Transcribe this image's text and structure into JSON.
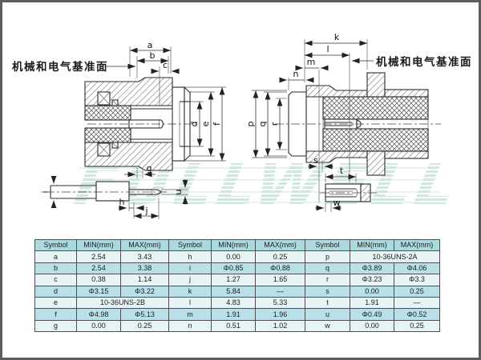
{
  "page": {
    "border_color": "#5d5d5d",
    "background": "#ffffff"
  },
  "watermark": {
    "text": "FULLWELL",
    "color": "#cfe7df"
  },
  "labels": {
    "left_datum": "机械和电气基准面",
    "right_datum": "机械和电气基准面"
  },
  "dims": {
    "a": "a",
    "b": "b",
    "c": "c",
    "d": "d",
    "e": "e",
    "f": "f",
    "g": "g",
    "h": "h",
    "i": "i",
    "j": "j",
    "k": "k",
    "l": "l",
    "m": "m",
    "n": "n",
    "p": "p",
    "q": "q",
    "r": "r",
    "s": "s",
    "t": "t",
    "u": "u",
    "w": "w"
  },
  "table": {
    "headers": [
      "Symbol",
      "MIN(mm)",
      "MAX(mm)",
      "Symbol",
      "MIN(mm)",
      "MAX(mm)",
      "Symbol",
      "MIN(mm)",
      "MAX(mm)"
    ],
    "rows": [
      [
        {
          "t": "a"
        },
        {
          "t": "2.54"
        },
        {
          "t": "3.43"
        },
        {
          "t": "h"
        },
        {
          "t": "0.00"
        },
        {
          "t": "0.25"
        },
        {
          "t": "p"
        },
        {
          "t": "10-36UNS-2A",
          "span": 2
        }
      ],
      [
        {
          "t": "b"
        },
        {
          "t": "2.54"
        },
        {
          "t": "3.38"
        },
        {
          "t": "i"
        },
        {
          "t": "Φ0.85"
        },
        {
          "t": "Φ0.88"
        },
        {
          "t": "q"
        },
        {
          "t": "Φ3.89"
        },
        {
          "t": "Φ4.06"
        }
      ],
      [
        {
          "t": "c"
        },
        {
          "t": "0.38"
        },
        {
          "t": "1.14"
        },
        {
          "t": "j"
        },
        {
          "t": "1.27"
        },
        {
          "t": "1.65"
        },
        {
          "t": "r"
        },
        {
          "t": "Φ3.23"
        },
        {
          "t": "Φ3.3"
        }
      ],
      [
        {
          "t": "d"
        },
        {
          "t": "Φ3.15"
        },
        {
          "t": "Φ3.22"
        },
        {
          "t": "k"
        },
        {
          "t": "5.84"
        },
        {
          "t": "—"
        },
        {
          "t": "s"
        },
        {
          "t": "0.00"
        },
        {
          "t": "0.25"
        }
      ],
      [
        {
          "t": "e"
        },
        {
          "t": "10-36UNS-2B",
          "span": 2
        },
        {
          "t": "l"
        },
        {
          "t": "4.83"
        },
        {
          "t": "5.33"
        },
        {
          "t": "t"
        },
        {
          "t": "1.91"
        },
        {
          "t": "—"
        }
      ],
      [
        {
          "t": "f"
        },
        {
          "t": "Φ4.98"
        },
        {
          "t": "Φ5.13"
        },
        {
          "t": "m"
        },
        {
          "t": "1.91"
        },
        {
          "t": "1.96"
        },
        {
          "t": "u"
        },
        {
          "t": "Φ0.49"
        },
        {
          "t": "Φ0.52"
        }
      ],
      [
        {
          "t": "g"
        },
        {
          "t": "0.00"
        },
        {
          "t": "0.25"
        },
        {
          "t": "n"
        },
        {
          "t": "0.51"
        },
        {
          "t": "1.02"
        },
        {
          "t": "w"
        },
        {
          "t": "0.00"
        },
        {
          "t": "0.25"
        }
      ]
    ],
    "colors": {
      "header_bg": "#aadade",
      "alt_bg": "#b9e0e8",
      "row_bg": "#e7f3f5",
      "border": "#444444"
    }
  }
}
